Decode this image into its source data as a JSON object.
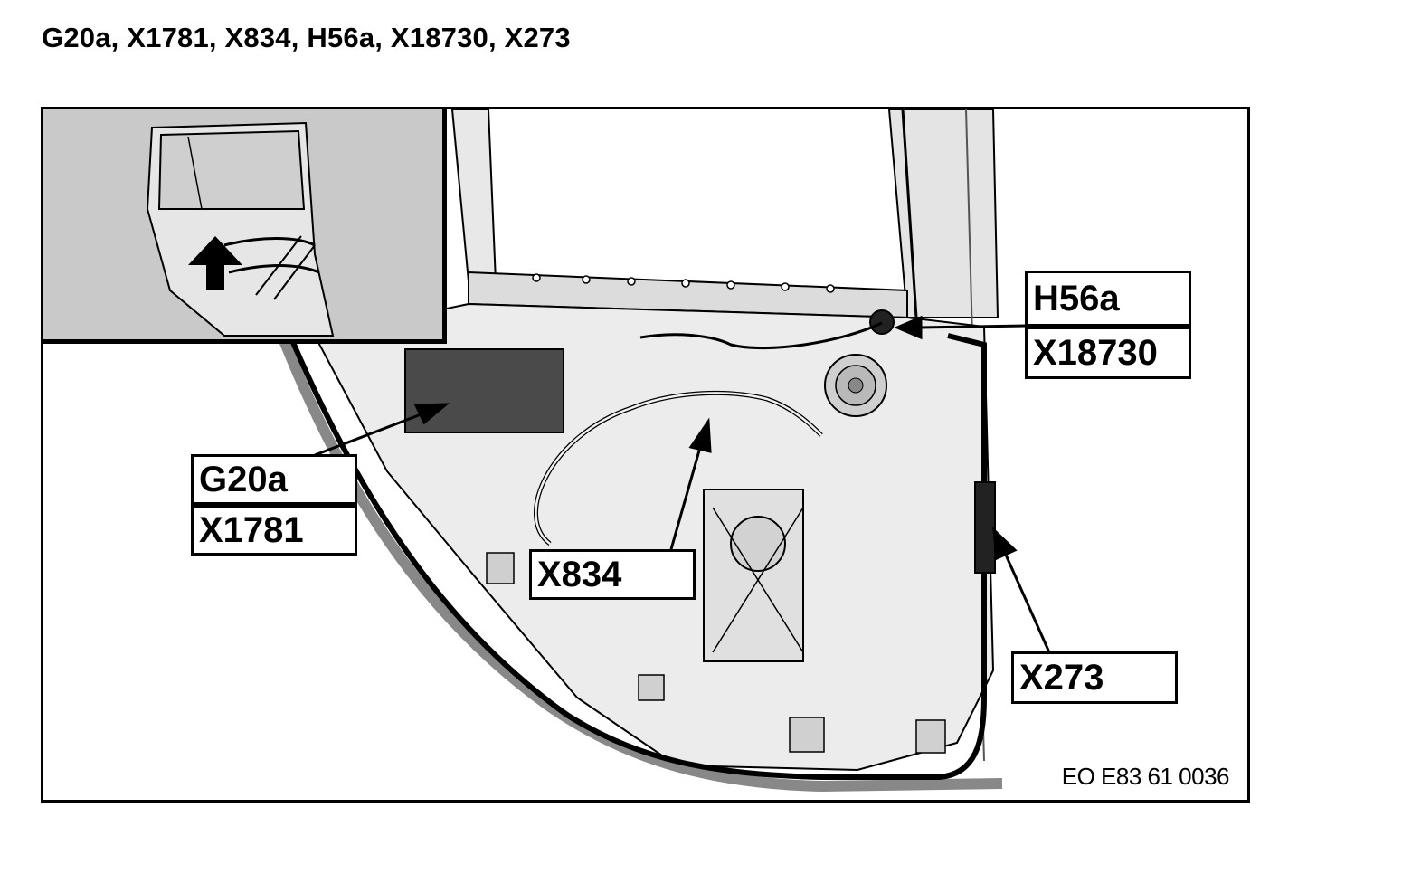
{
  "title": "G20a, X1781, X834, H56a, X18730, X273",
  "callouts": {
    "g20a": "G20a",
    "x1781": "X1781",
    "x834": "X834",
    "h56a": "H56a",
    "x18730": "X18730",
    "x273": "X273"
  },
  "reference_code": "EO E83 61 0036",
  "colors": {
    "line": "#000000",
    "inset_background": "#c9c9c9",
    "panel_gray": "#e6e6e6"
  }
}
